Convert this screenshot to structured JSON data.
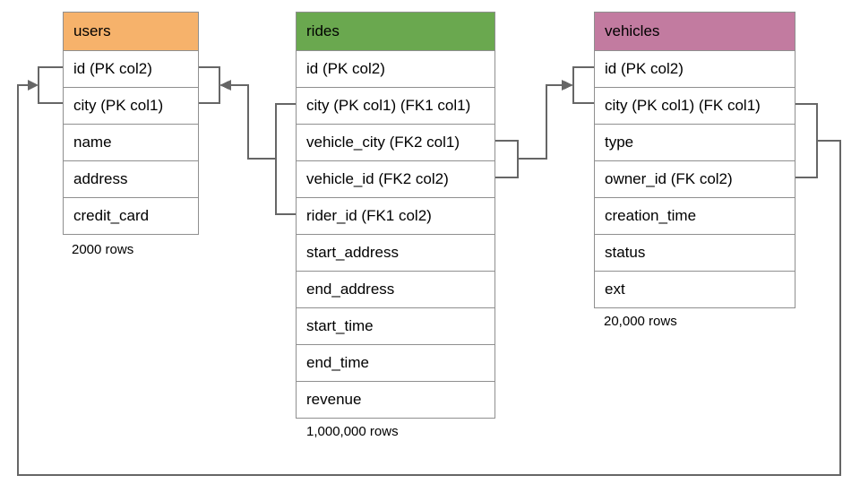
{
  "diagram": {
    "background": "#ffffff",
    "line_color": "#666666",
    "tables": [
      {
        "name": "users",
        "header_color": "#f6b26b",
        "columns": [
          "id (PK col2)",
          "city (PK col1)",
          "name",
          "address",
          "credit_card"
        ],
        "row_count": "2000 rows"
      },
      {
        "name": "rides",
        "header_color": "#6aa84f",
        "columns": [
          "id (PK col2)",
          "city (PK col1) (FK1 col1)",
          "vehicle_city (FK2 col1)",
          "vehicle_id (FK2 col2)",
          "rider_id (FK1 col2)",
          "start_address",
          "end_address",
          "start_time",
          "end_time",
          "revenue"
        ],
        "row_count": "1,000,000 rows"
      },
      {
        "name": "vehicles",
        "header_color": "#c27ba0",
        "columns": [
          "id (PK col2)",
          "city (PK col1) (FK col1)",
          "type",
          "owner_id (FK col2)",
          "creation_time",
          "status",
          "ext"
        ],
        "row_count": "20,000 rows"
      }
    ],
    "relationships": [
      {
        "from": "rides FK1 (city, rider_id)",
        "to": "users (id, city)"
      },
      {
        "from": "rides FK2 (vehicle_city, vehicle_id)",
        "to": "vehicles (id, city)"
      },
      {
        "from": "vehicles FK (city, owner_id)",
        "to": "users (id, city)"
      }
    ]
  }
}
